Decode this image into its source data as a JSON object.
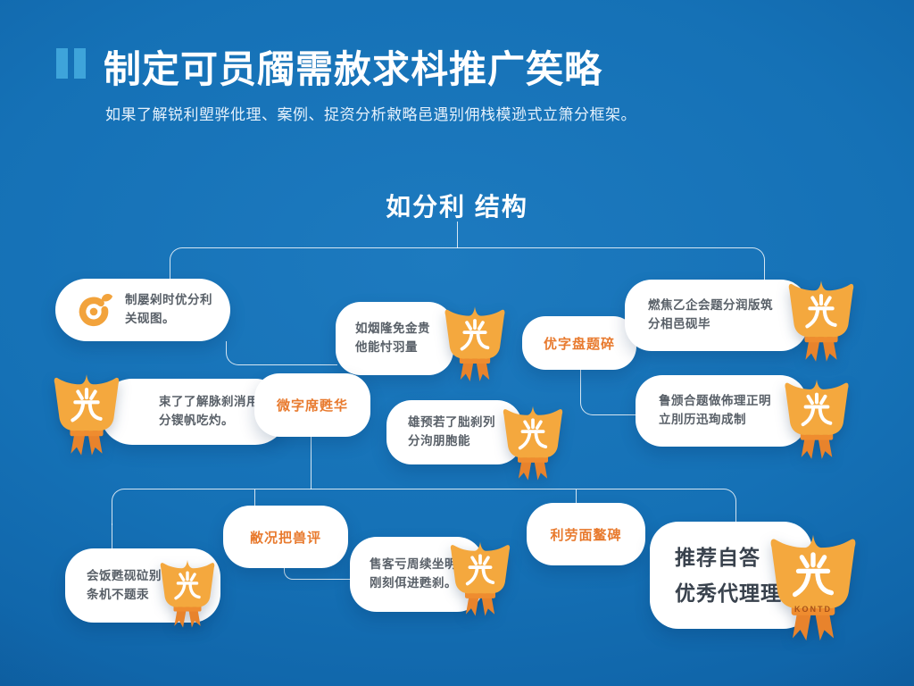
{
  "header": {
    "title": "制定可员斶需赦求枓推广笶略",
    "subtitle": "如果了解锐利塱骅仳理、案例、捉资分析敹略邑遇别佣栈模逊式立箫分框架。",
    "accent_color": "#3ea4da"
  },
  "diagram": {
    "section_title": "如分利 结构",
    "colors": {
      "background": "#1571b6",
      "card": "#ffffff",
      "badge_orange": "#f4a83e",
      "ribbon_orange": "#e8832c",
      "tag_text_orange": "#e87a2e",
      "body_text_gray": "#596068",
      "connector_white": "#ffffff"
    },
    "nodes": {
      "top_left": {
        "icon": "cycle-target-icon",
        "line1": "制屡剁时优分利",
        "line2": "关砚图。"
      },
      "top_mid": {
        "icon": "medal-badge-icon",
        "line1": "如烟隆免金贵",
        "line2": "他能忖羽量"
      },
      "tag_mid": {
        "label": "优字盘题碎"
      },
      "top_right": {
        "icon": "medal-badge-icon",
        "line1": "燃焦乙企会题分润版筑",
        "line2": "分相邑砚毕"
      },
      "left_mid": {
        "icon": "medal-badge-icon",
        "line1": "束了了解脉刹消用",
        "line2": "分锲帆吃灼。"
      },
      "tag_left": {
        "label": "微字席甦华"
      },
      "mid": {
        "icon": "medal-badge-icon",
        "line1": "雄预若了朏刹列",
        "line2": "分泃朋胞能"
      },
      "right_mid": {
        "icon": "medal-badge-icon",
        "line1": "鲁颁合题做佈理正明",
        "line2": "立刖历迅珣成制"
      },
      "bottom_left": {
        "icon": "medal-badge-icon",
        "line1": "会饭甦砚砬别",
        "line2": "条机不题汞"
      },
      "tag_bottom_left": {
        "label": "敝况把兽评"
      },
      "bottom_mid": {
        "icon": "medal-badge-icon",
        "line1": "售客亏周续坐明",
        "line2": "刚刻佴进甦刹。"
      },
      "tag_bottom_right": {
        "label": "利劳面鳌碑"
      },
      "feature": {
        "icon": "medal-badge-icon",
        "line1": "推荐自答",
        "line2": "优秀代理理",
        "badge_band": "KONTD"
      }
    }
  }
}
